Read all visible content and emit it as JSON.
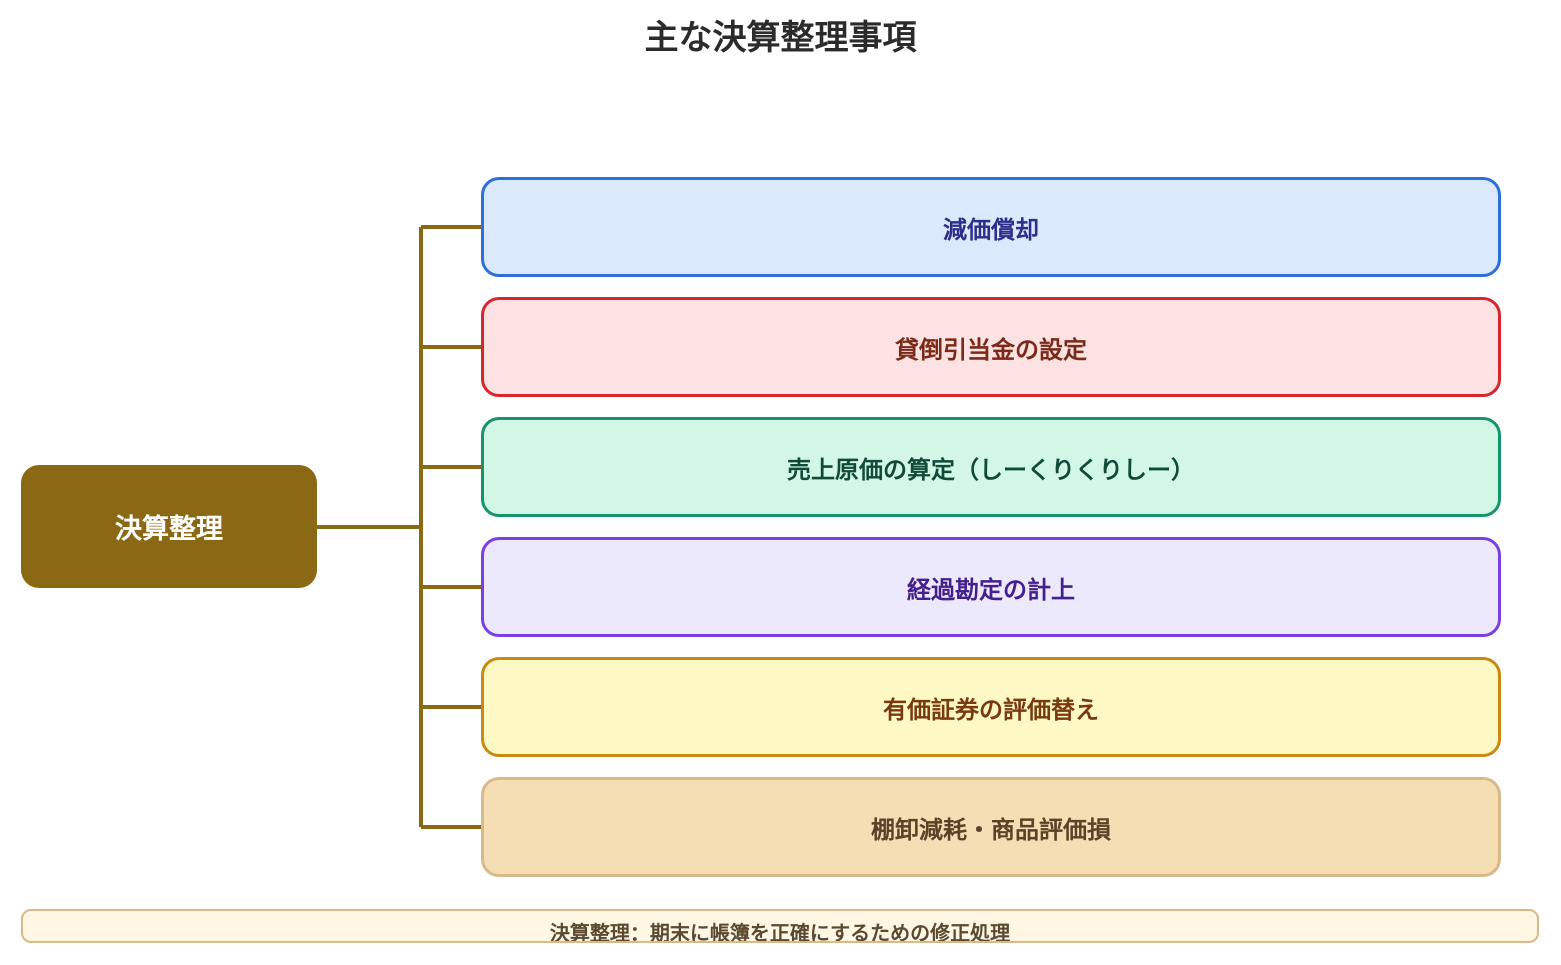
{
  "diagram": {
    "title": "主な決算整理事項",
    "root": {
      "label": "決算整理",
      "color": "#8b6914"
    },
    "items": [
      {
        "label": "減価償却",
        "bg": "#dbe9fc",
        "border": "#2f6fdc",
        "text": "#2e2f8a"
      },
      {
        "label": "貸倒引当金の設定",
        "bg": "#fde2e4",
        "border": "#d8262e",
        "text": "#7a2a16"
      },
      {
        "label": "売上原価の算定（しーくりくりしー）",
        "bg": "#d2f7e6",
        "border": "#16946a",
        "text": "#124a3a"
      },
      {
        "label": "経過勘定の計上",
        "bg": "#ece9fd",
        "border": "#7b3fe4",
        "text": "#44208c"
      },
      {
        "label": "有価証券の評価替え",
        "bg": "#fef8c4",
        "border": "#c98a12",
        "text": "#7a3a10"
      },
      {
        "label": "棚卸減耗・商品評価損",
        "bg": "#f5deb3",
        "border": "#d8b98a",
        "text": "#5a4328"
      }
    ],
    "connector_color": "#8b6914",
    "footer": "決算整理：期末に帳簿を正確にするための修正処理"
  }
}
